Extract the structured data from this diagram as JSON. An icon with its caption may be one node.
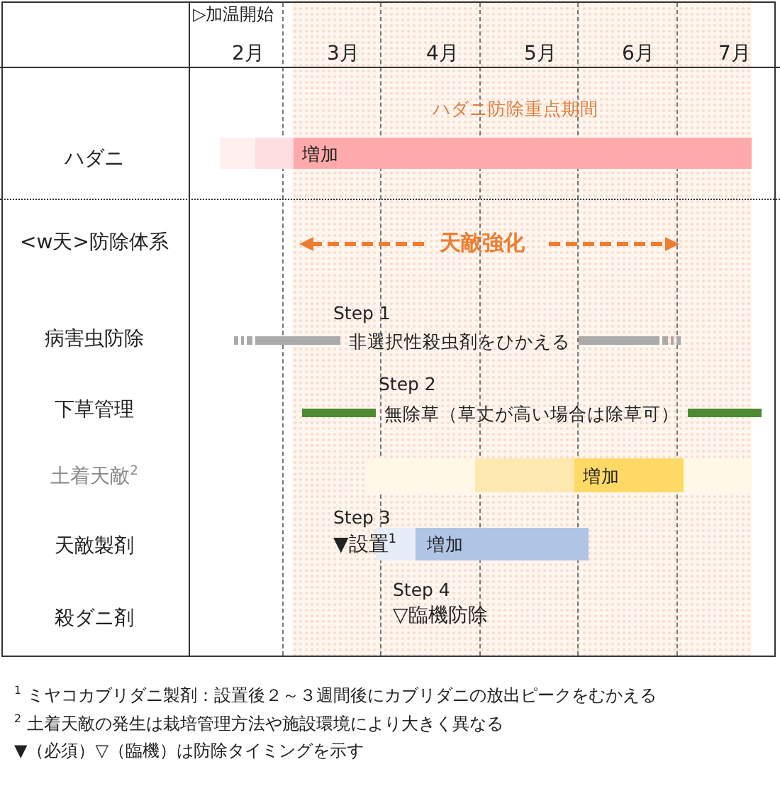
{
  "diagram": {
    "nodes": [
      {
        "text": [
          "増加"
        ]
      },
      {
        "text": [
          "非選択性殺虫剤をひかえる"
        ]
      },
      {
        "text": [
          "無除草（草丈が高い場合は除草可）"
        ]
      },
      {
        "text": [
          "増加"
        ]
      },
      {
        "text": [
          "増加"
        ]
      }
    ],
    "labels": [
      "▷加温開始",
      "2月",
      "3月",
      "4月",
      "5月",
      "6月",
      "7月",
      "ハダニ防除重点期間",
      "ハダニ",
      "<w天>防除体系",
      "天敵強化",
      "Step 1",
      "病害虫防除",
      "Step 2",
      "下草管理",
      "土着天敵$^{2}$",
      "Step 3",
      "天敵製剤",
      "▼設置$^{1}$",
      "Step 4",
      "殺ダニ剤",
      "▽臨機防除",
      "$^{1}$ ミヤコカブリダニ製剤：設置後２～３週間後にカブリダニの放出ピークをむかえる",
      "$^{2}$ 土着天敵の発生は栽培管理方法や施設環境により大きく異なる",
      "▼（必須）▽（臨機）は防除タイミングを示す"
    ]
  }
}
